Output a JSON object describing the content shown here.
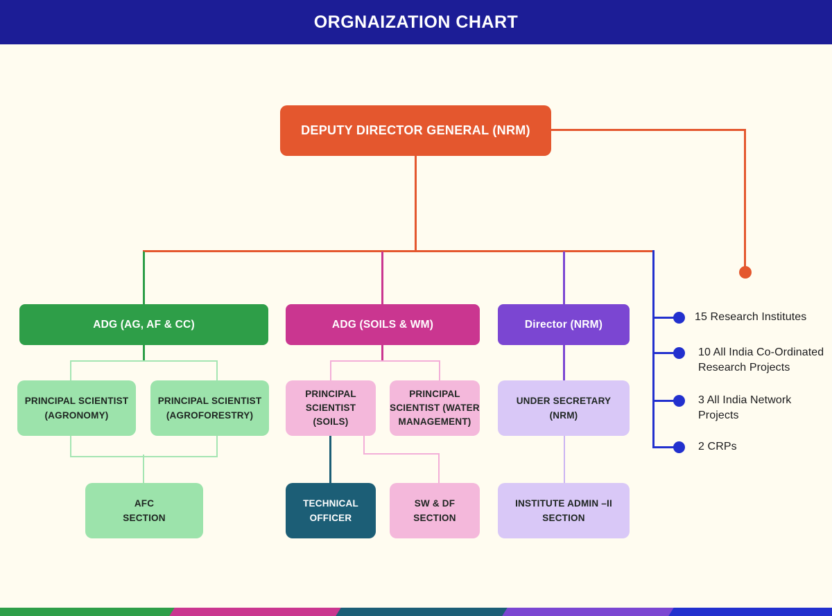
{
  "header": {
    "title": "ORGNAIZATION CHART"
  },
  "org": {
    "root": "DEPUTY DIRECTOR GENERAL (NRM)",
    "level2": {
      "adg_ag": "ADG (AG, AF & CC)",
      "adg_soils": "ADG (SOILS & WM)",
      "director": "Director (NRM)"
    },
    "level3": {
      "ps_agronomy": "PRINCIPAL SCIENTIST\n(AGRONOMY)",
      "ps_agroforestry": "PRINCIPAL SCIENTIST\n(AGROFORESTRY)",
      "ps_soils": "PRINCIPAL\nSCIENTIST\n(SOILS)",
      "ps_water": "PRINCIPAL\nSCIENTIST (WATER\nMANAGEMENT)",
      "under_secretary": "UNDER SECRETARY\n(NRM)"
    },
    "level4": {
      "afc": "AFC\nSECTION",
      "technical_officer": "TECHNICAL\nOFFICER",
      "sw_df": "SW & DF\nSECTION",
      "institute_admin": "INSTITUTE ADMIN –II\nSECTION"
    }
  },
  "annotations": {
    "items": [
      {
        "text": "15 Research Institutes"
      },
      {
        "text": "10 All India Co-Ordinated\nResearch Projects"
      },
      {
        "text": "3 All India Network\nProjects"
      },
      {
        "text": "2 CRPs"
      }
    ]
  },
  "colors": {
    "background": "#FFFCF0",
    "header": "#1C1D96",
    "orange": "#E4572E",
    "green": "#2E9E48",
    "light_green": "#9CE3AB",
    "magenta": "#CA3690",
    "pink": "#F4B8DB",
    "purple": "#7B46D2",
    "lavender": "#D9C8F7",
    "teal": "#1C5E76",
    "blue": "#2230CE",
    "stripe_sequence": [
      "#2E9E48",
      "#CA3690",
      "#1C5E76",
      "#7B46D2",
      "#2230CE"
    ]
  }
}
